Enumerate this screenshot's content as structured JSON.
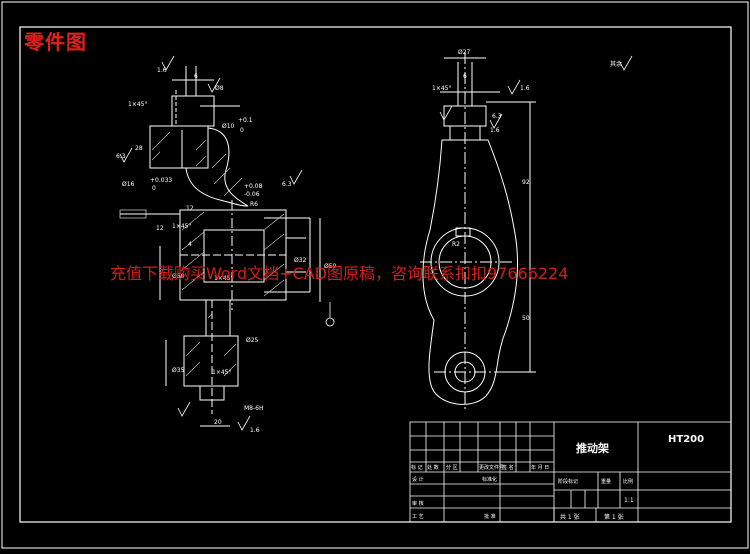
{
  "header": {
    "title": "零件图"
  },
  "watermark": {
    "text": "充值下载购买Word文档+CAD图原稿，咨询联系扣扣97666224"
  },
  "title_block": {
    "part_name": "推动架",
    "material": "HT200",
    "row_labels": [
      "标 记",
      "处 数",
      "分 区",
      "更改文件号",
      "签 名",
      "年 月 日"
    ],
    "design": "设 计",
    "standardize": "标准化",
    "review": "审 核",
    "process": "工 艺",
    "approve": "批 准",
    "stage_mark": "阶段标记",
    "weight": "重量",
    "scale_label": "比例",
    "scale": "1:1",
    "sheet_total": "共 1 张",
    "sheet_no": "第 1 张"
  },
  "dimensions": {
    "left_view": [
      "1.6",
      "6",
      "Ø8",
      "1×45°",
      "Ø10",
      "+0.1",
      "0",
      "6.3",
      "28",
      "Ø16",
      "+0.033",
      "0",
      "6.3",
      "R6",
      "12",
      "1×45°",
      "4",
      "12",
      "1×45°",
      "Ø50",
      "Ø32",
      "Ø50",
      "Ø35",
      "1×45°",
      "20",
      "Ø25",
      "M8-6H",
      "+0.08",
      "-0.06",
      "1.6"
    ],
    "right_view": [
      "Ø27",
      "6",
      "1×45°",
      "1.6",
      "92",
      "50",
      "R2",
      "6.3",
      "1.6"
    ],
    "roughness_note": "其余"
  }
}
